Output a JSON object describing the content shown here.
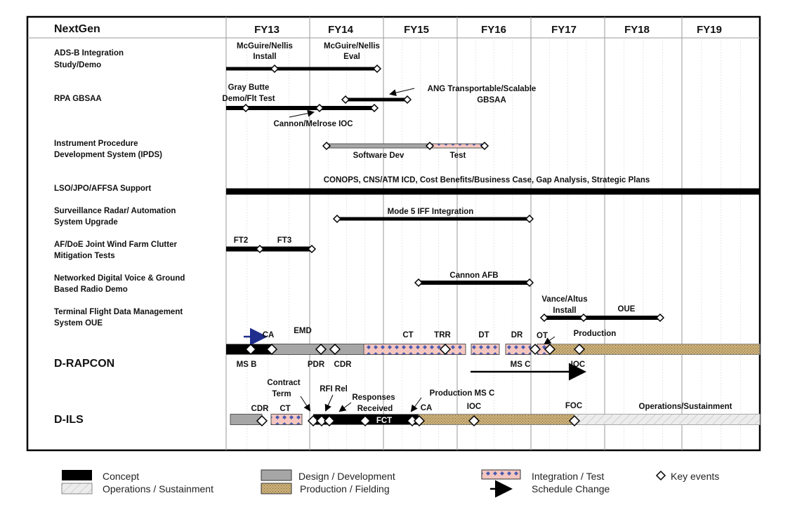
{
  "header": {
    "title": "NextGen"
  },
  "fiscal_years": [
    "FY13",
    "FY14",
    "FY15",
    "FY16",
    "FY17",
    "FY18",
    "FY19"
  ],
  "rows": [
    {
      "label": [
        "ADS-B Integration",
        "Study/Demo"
      ]
    },
    {
      "label": [
        "RPA GBSAA"
      ]
    },
    {
      "label": [
        "Instrument Procedure",
        "Development System (IPDS)"
      ]
    },
    {
      "label": [
        "LSO/JPO/AFFSA Support"
      ]
    },
    {
      "label": [
        "Surveillance Radar/ Automation",
        "System Upgrade"
      ]
    },
    {
      "label": [
        "AF/DoE Joint Wind Farm Clutter",
        "Mitigation Tests"
      ]
    },
    {
      "label": [
        "Networked Digital Voice & Ground",
        "Based Radio Demo"
      ]
    },
    {
      "label": [
        "Terminal Flight Data Management",
        "System OUE"
      ]
    },
    {
      "label": [
        "D-RAPCON"
      ]
    },
    {
      "label": [
        "D-ILS"
      ]
    }
  ],
  "annotations": {
    "mcguire_install": [
      "McGuire/Nellis",
      "Install"
    ],
    "mcguire_eval": [
      "McGuire/Nellis",
      "Eval"
    ],
    "gray_butte": [
      "Gray Butte",
      "Demo/Flt Test"
    ],
    "ang": [
      "ANG Transportable/Scalable",
      "GBSAA"
    ],
    "cannon_melrose": "Cannon/Melrose IOC",
    "software_dev": "Software Dev",
    "test": "Test",
    "conops": "CONOPS, CNS/ATM  ICD, Cost Benefits/Business Case, Gap Analysis, Strategic Plans",
    "mode5": "Mode 5 IFF Integration",
    "ft2": "FT2",
    "ft3": "FT3",
    "cannon_afb": "Cannon AFB",
    "vance": [
      "Vance/Altus",
      "Install"
    ],
    "oue": "OUE",
    "ca": "CA",
    "emd": "EMD",
    "ct": "CT",
    "trr": "TRR",
    "dt": "DT",
    "dr": "DR",
    "ot": "OT",
    "production": "Production",
    "ms_b": "MS B",
    "pdr": "PDR",
    "cdr": "CDR",
    "ms_c": "MS C",
    "ioc": "IOC",
    "contract_term": [
      "Contract",
      "Term"
    ],
    "rfi_rel": "RFI Rel",
    "responses": [
      "Responses",
      "Received"
    ],
    "production_ms_c": "Production MS C",
    "fct": "FCT",
    "foc": "FOC",
    "ops_sustain": "Operations/Sustainment"
  },
  "legend": {
    "concept": "Concept",
    "ops": "Operations / Sustainment",
    "design": "Design / Development",
    "production": "Production  / Fielding",
    "integration": "Integration / Test",
    "key_events": "Key events",
    "schedule_change": "Schedule Change"
  },
  "colors": {
    "concept": "#000000",
    "design": "#a6a6a6",
    "integration": "#f4c6c0",
    "production": "#c8ad78",
    "ops": "#e8e8e8",
    "arrow_blue": "#1f2d8c"
  }
}
